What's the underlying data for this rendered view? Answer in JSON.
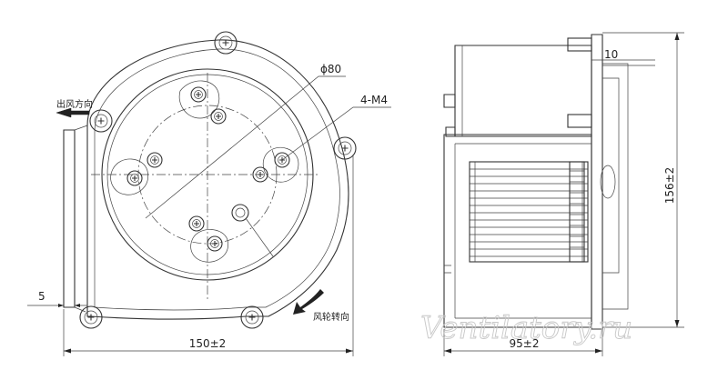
{
  "front_view": {
    "diameter_label": "ϕ80",
    "holes_label": "4-M4",
    "outlet_label": "出风方向",
    "rotation_label": "风轮转向",
    "dim_width": "150±2",
    "dim_offset": "5"
  },
  "side_view": {
    "dim_depth": "95±2",
    "dim_height": "156±2",
    "dim_top": "10"
  },
  "watermark": "Ventilatory.ru"
}
